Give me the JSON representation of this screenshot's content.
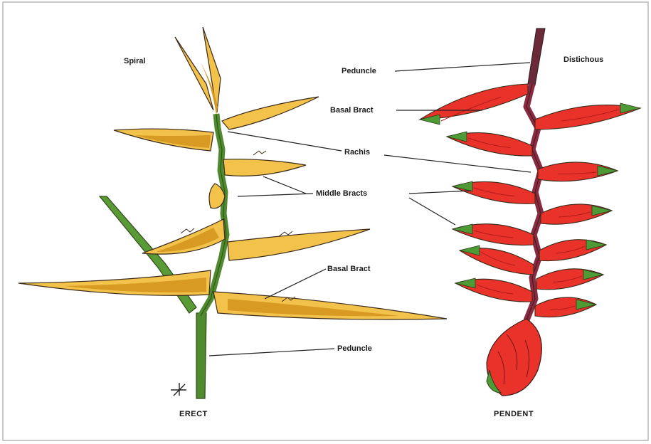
{
  "labels": {
    "spiral": "Spiral",
    "distichous": "Distichous",
    "peduncle_top": "Peduncle",
    "basal_bract_top": "Basal Bract",
    "rachis": "Rachis",
    "middle_bracts": "Middle Bracts",
    "basal_bract_bottom": "Basal Bract",
    "peduncle_bottom": "Peduncle",
    "erect": "ERECT",
    "pendent": "PENDENT"
  },
  "colors": {
    "erect_bract": "#f2c24a",
    "erect_bract_shade": "#d89a22",
    "stem_green": "#4f8a2e",
    "pendent_bract": "#e8322a",
    "pendent_bract_dark": "#b51c1a",
    "pendent_tip": "#4e9a35",
    "rachis_pendent": "#8a2a40",
    "outline": "#3a2a1a",
    "leader_line": "#222222"
  },
  "icons": {
    "scale_mark": "scale-mark-icon"
  }
}
